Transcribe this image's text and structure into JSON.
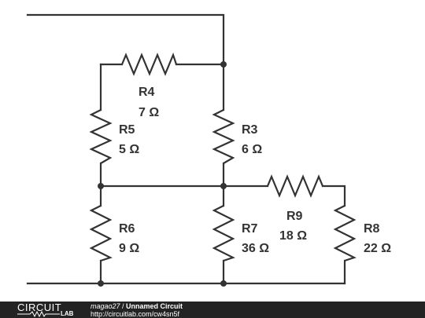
{
  "components": [
    {
      "id": "R4",
      "name": "R4",
      "value": "7 Ω"
    },
    {
      "id": "R5",
      "name": "R5",
      "value": "5 Ω"
    },
    {
      "id": "R3",
      "name": "R3",
      "value": "6 Ω"
    },
    {
      "id": "R9",
      "name": "R9",
      "value": "18 Ω"
    },
    {
      "id": "R6",
      "name": "R6",
      "value": "9 Ω"
    },
    {
      "id": "R7",
      "name": "R7",
      "value": "36 Ω"
    },
    {
      "id": "R8",
      "name": "R8",
      "value": "22 Ω"
    }
  ],
  "footer": {
    "logo_top": "CIRCUIT",
    "logo_bottom": "LAB",
    "user": "magao27",
    "separator": " / ",
    "circuit_title": "Unnamed Circuit",
    "url": "http://circuitlab.com/cw4sn5f"
  },
  "colors": {
    "wire": "#333333",
    "footer_bg": "#232323",
    "footer_text": "#ffffff"
  }
}
